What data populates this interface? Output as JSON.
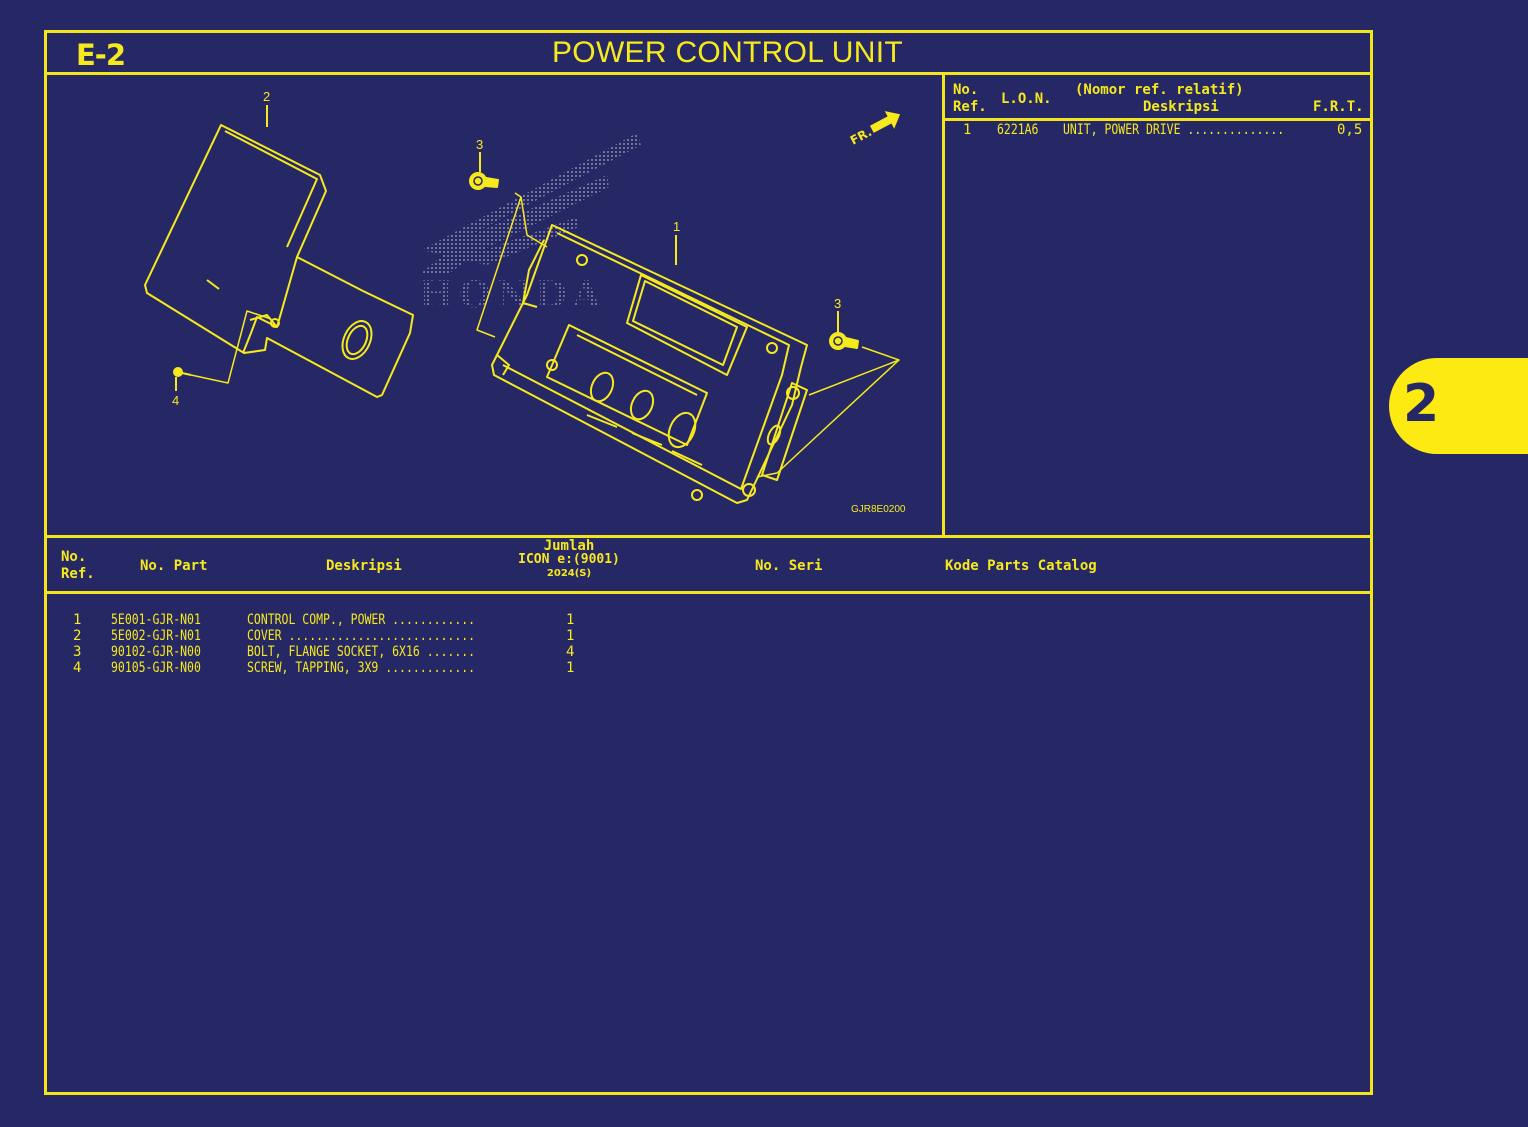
{
  "header": {
    "section_code": "E-2",
    "title": "POWER CONTROL UNIT"
  },
  "diagram": {
    "code": "GJR8E0200",
    "direction_label": "FR.",
    "watermark": "HONDA",
    "callouts": [
      "1",
      "2",
      "3",
      "3",
      "4"
    ]
  },
  "lon_table": {
    "headers": {
      "no_ref_line1": "No.",
      "no_ref_line2": "Ref.",
      "lon": "L.O.N.",
      "desc_line1": "(Nomor ref. relatif)",
      "desc_line2": "Deskripsi",
      "frt": "F.R.T."
    },
    "rows": [
      {
        "ref": "1",
        "lon": "6221A6",
        "description": "UNIT, POWER DRIVE ..............",
        "frt": "0,5"
      }
    ]
  },
  "parts_table": {
    "headers": {
      "no_ref_line1": "No.",
      "no_ref_line2": "Ref.",
      "part_no": "No. Part",
      "description": "Deskripsi",
      "qty_line1": "Jumlah",
      "qty_line2": "ICON e:(9001)",
      "qty_line3": "2024(S)",
      "serial": "No. Seri",
      "catalog_code": "Kode Parts Catalog"
    },
    "rows": [
      {
        "ref": "1",
        "part_no": "5E001-GJR-N01",
        "description": "CONTROL COMP., POWER ............",
        "qty": "1"
      },
      {
        "ref": "2",
        "part_no": "5E002-GJR-N01",
        "description": "COVER ...........................",
        "qty": "1"
      },
      {
        "ref": "3",
        "part_no": "90102-GJR-N00",
        "description": "BOLT, FLANGE SOCKET, 6X16 .......",
        "qty": "4"
      },
      {
        "ref": "4",
        "part_no": "90105-GJR-N00",
        "description": "SCREW, TAPPING, 3X9 .............",
        "qty": "1"
      }
    ]
  },
  "side_tab": {
    "label": "2"
  },
  "colors": {
    "background": "#262866",
    "accent": "#f2e51c"
  }
}
